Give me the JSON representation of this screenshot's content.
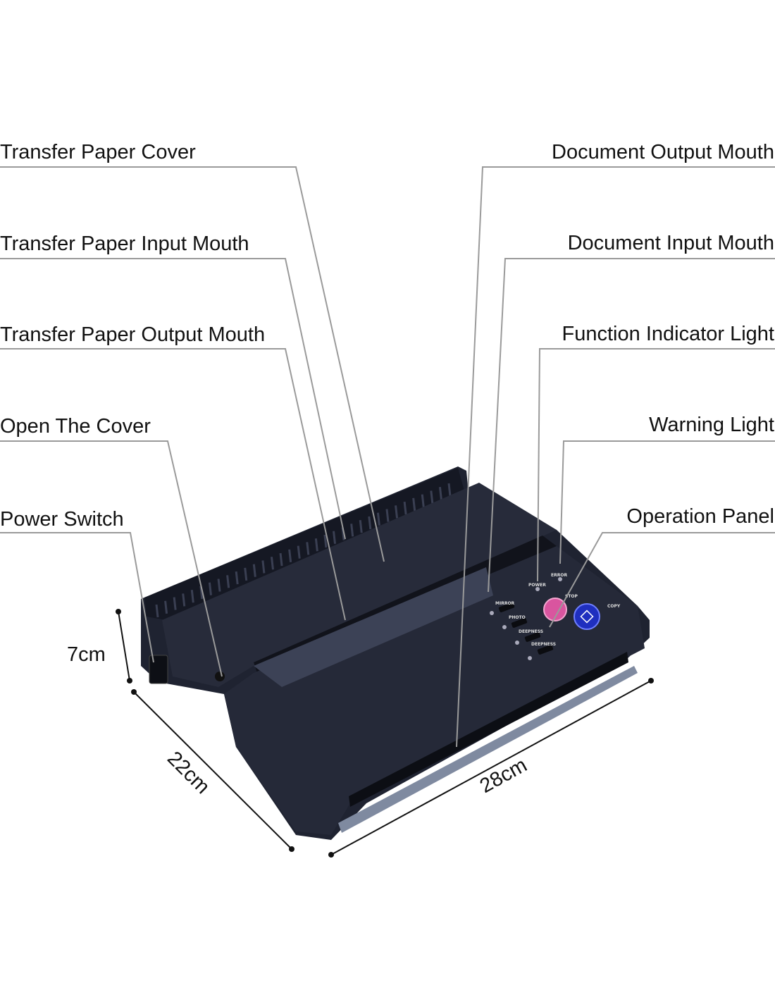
{
  "labels_left": [
    "Transfer Paper Cover",
    "Transfer Paper Input Mouth",
    "Transfer Paper Output Mouth",
    "Open The Cover",
    "Power Switch"
  ],
  "labels_right": [
    "Document Output Mouth",
    "Document Input Mouth",
    "Function Indicator Light",
    "Warning Light",
    "Operation Panel"
  ],
  "dimensions": {
    "height": "7cm",
    "depth": "22cm",
    "width": "28cm"
  },
  "panel": {
    "mirror": "MIRROR",
    "photo": "PHOTO",
    "deepness1": "DEEPNESS",
    "deepness2": "DEEPNESS",
    "power": "POWER",
    "error": "ERROR",
    "stop": "STOP",
    "copy": "COPY"
  },
  "colors": {
    "body": "#1f2331",
    "stop_button": "#d9559f",
    "copy_button": "#1f2fbf",
    "leader": "#9a9a9a"
  }
}
